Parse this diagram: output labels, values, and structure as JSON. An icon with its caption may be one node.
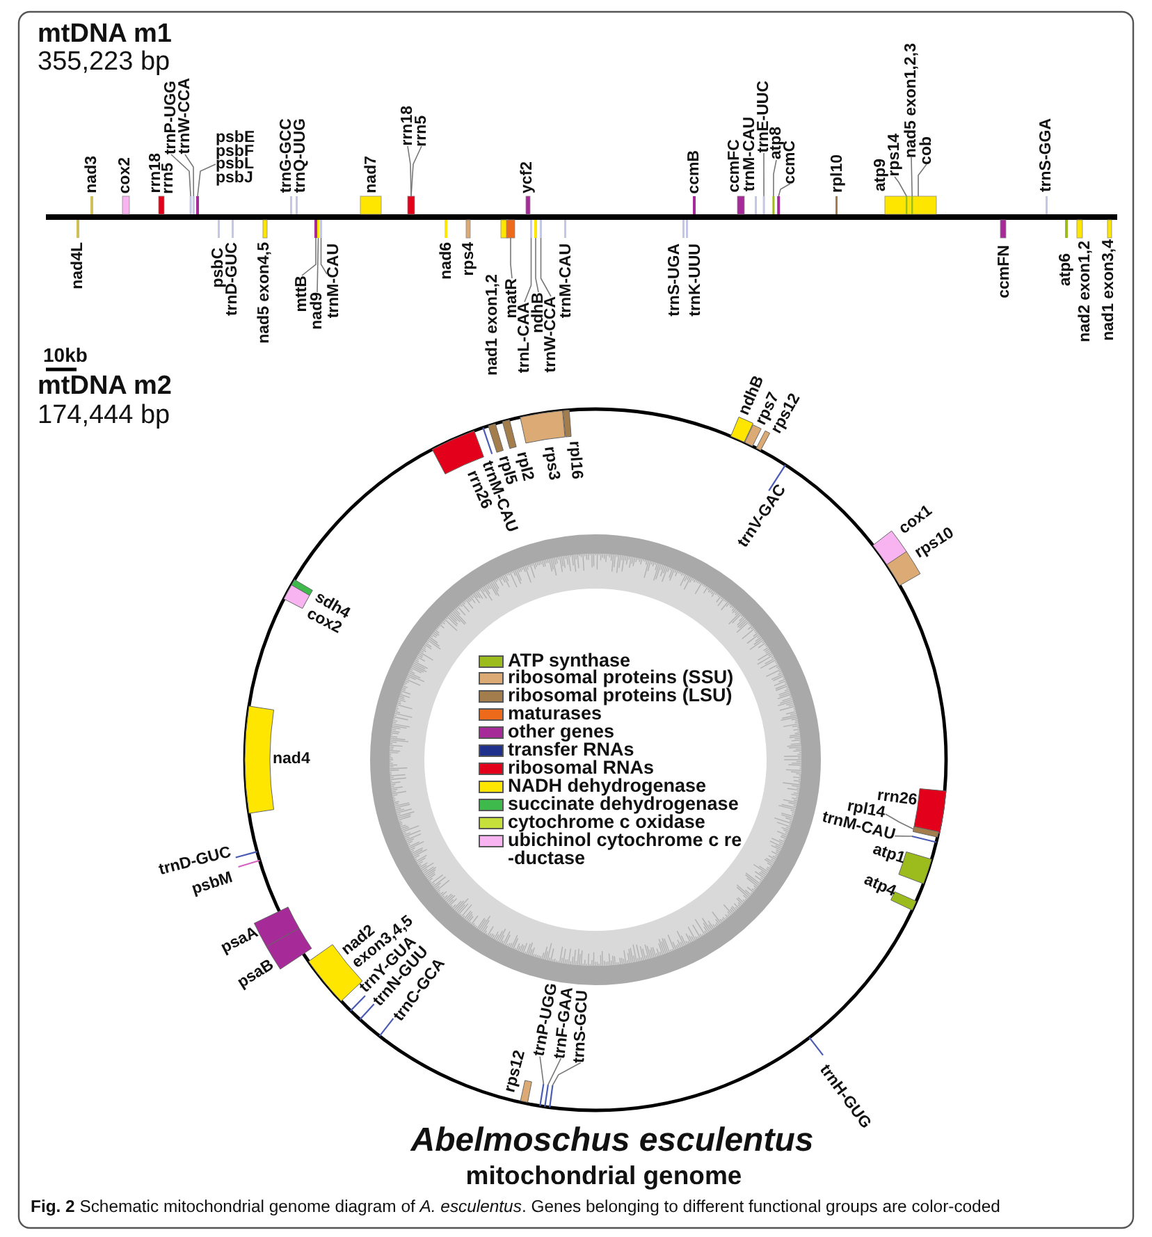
{
  "diagram": {
    "caption": "**Fig. 2** Schematic mitochondrial genome diagram of *A. esculentus*. Genes belonging to different functional groups are color-coded",
    "nodes": [
      {
        "text": [],
        "shape": "bar",
        "beside": [
          "nad3"
        ]
      },
      {
        "text": [],
        "shape": "bar",
        "beside": [
          "cox2"
        ]
      },
      {
        "text": [],
        "shape": "bar",
        "beside": [
          "rrn18",
          "rrn5"
        ]
      },
      {
        "text": [
          "trnP-UGG"
        ]
      },
      {
        "text": [
          "trnW-CCA"
        ]
      },
      {
        "text": [],
        "shape": "bar"
      },
      {
        "text": [],
        "shape": "bar"
      },
      {
        "text": [],
        "shape": "bar"
      },
      {
        "text": [
          "psbE",
          "psbF",
          "psbL",
          "psbJ"
        ]
      },
      {
        "text": [],
        "shape": "bar",
        "beside": [
          "trnG-GCC"
        ]
      },
      {
        "text": [],
        "shape": "bar",
        "beside": [
          "trnQ-UUG"
        ]
      },
      {
        "text": [],
        "shape": "bar",
        "beside": [
          "nad7"
        ]
      },
      {
        "text": [
          "rrn18"
        ]
      },
      {
        "text": [
          "rrn5"
        ]
      },
      {
        "text": [],
        "shape": "bar"
      },
      {
        "text": [],
        "shape": "bar",
        "beside": [
          "ycf2"
        ]
      },
      {
        "text": [],
        "shape": "bar",
        "beside": [
          "ccmB"
        ]
      },
      {
        "text": [],
        "shape": "bar",
        "beside": [
          "ccmFC"
        ]
      },
      {
        "text": [],
        "shape": "bar",
        "beside": [
          "trnM-CAU"
        ]
      },
      {
        "text": [
          "trnE-UUC"
        ]
      },
      {
        "text": [],
        "shape": "bar"
      },
      {
        "text": [
          "atp8"
        ]
      },
      {
        "text": [],
        "shape": "bar"
      },
      {
        "text": [],
        "shape": "bar"
      },
      {
        "text": [
          "ccmC"
        ]
      },
      {
        "text": [],
        "shape": "bar",
        "beside": [
          "rpl10"
        ]
      },
      {
        "text": [],
        "shape": "bar",
        "beside": [
          "atp9"
        ]
      },
      {
        "text": [],
        "shape": "bar",
        "in": 26
      },
      {
        "text": [],
        "shape": "bar",
        "in": 26
      },
      {
        "text": [
          "rps14"
        ]
      },
      {
        "text": [
          "nad5 exon1,2,3"
        ]
      },
      {
        "text": [
          "cob"
        ]
      },
      {
        "text": [],
        "shape": "bar",
        "beside": [
          "trnS-GGA"
        ]
      },
      {
        "text": [],
        "shape": "bar",
        "beside": [
          "nad4L"
        ]
      },
      {
        "text": [],
        "shape": "bar",
        "beside": [
          "psbC"
        ]
      },
      {
        "text": [],
        "shape": "bar",
        "beside": [
          "trnD-GUC"
        ]
      },
      {
        "text": [],
        "shape": "bar",
        "beside": [
          "nad5 exon4,5"
        ]
      },
      {
        "text": [],
        "shape": "bar"
      },
      {
        "text": [],
        "shape": "bar"
      },
      {
        "text": [],
        "shape": "bar"
      },
      {
        "text": [
          "mttB"
        ]
      },
      {
        "text": [
          "nad9"
        ]
      },
      {
        "text": [
          "trnM-CAU"
        ]
      },
      {
        "text": [],
        "shape": "bar",
        "beside": [
          "nad6"
        ]
      },
      {
        "text": [],
        "shape": "bar",
        "beside": [
          "rps4"
        ]
      },
      {
        "text": [],
        "shape": "bar"
      },
      {
        "text": [],
        "shape": "bar"
      },
      {
        "text": [],
        "shape": "bar"
      },
      {
        "text": [],
        "shape": "bar"
      },
      {
        "text": [],
        "shape": "bar"
      },
      {
        "text": [
          "matR"
        ]
      },
      {
        "text": [
          "trnL-CAA"
        ]
      },
      {
        "text": [
          "ndhB"
        ]
      },
      {
        "text": [
          "trnW-CCA"
        ]
      },
      {
        "text": [],
        "shape": "bar",
        "beside": [
          "trnM-CAU"
        ]
      },
      {
        "text": [],
        "shape": "bar",
        "beside": [
          "trnS-UGA"
        ]
      },
      {
        "text": [],
        "shape": "bar",
        "beside": [
          "trnK-UUU"
        ]
      },
      {
        "text": [],
        "shape": "bar",
        "beside": [
          "ccmFN"
        ]
      },
      {
        "text": [],
        "shape": "bar",
        "beside": [
          "atp6"
        ]
      },
      {
        "text": [],
        "shape": "bar",
        "beside": [
          "nad2 exon1,2"
        ]
      },
      {
        "text": [],
        "shape": "bar",
        "beside": [
          "nad1 exon3,4"
        ]
      },
      {
        "text": [],
        "shape": "bar",
        "beside": [
          "rrn26"
        ]
      },
      {
        "text": [],
        "shape": "bar",
        "beside": [
          "trnM-CAU"
        ]
      },
      {
        "text": [],
        "shape": "bar",
        "beside": [
          "rpl5"
        ]
      },
      {
        "text": [],
        "shape": "bar",
        "beside": [
          "rpl2"
        ]
      },
      {
        "text": [],
        "shape": "bar",
        "beside": [
          "rps3"
        ]
      },
      {
        "text": [],
        "shape": "bar",
        "beside": [
          "rpl16"
        ]
      },
      {
        "text": [],
        "shape": "bar",
        "beside": [
          "ndhB"
        ]
      },
      {
        "text": [],
        "shape": "bar",
        "beside": [
          "rps7"
        ]
      },
      {
        "text": [],
        "shape": "bar",
        "beside": [
          "rps12"
        ]
      },
      {
        "text": [],
        "shape": "bar",
        "beside": [
          "trnV-GAC"
        ]
      },
      {
        "text": [],
        "shape": "bar",
        "beside": [
          "cox1"
        ]
      },
      {
        "text": [],
        "shape": "bar",
        "beside": [
          "rps10"
        ]
      },
      {
        "text": [],
        "shape": "bar",
        "beside": [
          "rrn26"
        ]
      },
      {
        "text": [
          "rpl14"
        ]
      },
      {
        "text": [],
        "shape": "bar"
      },
      {
        "text": [
          "trnM-CAU"
        ]
      },
      {
        "text": [],
        "shape": "bar"
      },
      {
        "text": [],
        "shape": "bar",
        "beside": [
          "atp1"
        ]
      },
      {
        "text": [],
        "shape": "bar",
        "beside": [
          "atp4"
        ]
      },
      {
        "text": [],
        "shape": "bar",
        "beside": [
          "trnH-GUG"
        ]
      },
      {
        "text": [],
        "shape": "bar",
        "beside": [
          "rps12"
        ]
      },
      {
        "text": [
          "trnP-UGG"
        ]
      },
      {
        "text": [],
        "shape": "bar"
      },
      {
        "text": [
          "trnF-GAA"
        ]
      },
      {
        "text": [],
        "shape": "bar"
      },
      {
        "text": [
          "trnS-GCU"
        ]
      },
      {
        "text": [],
        "shape": "bar"
      },
      {
        "text": [],
        "shape": "bar",
        "beside": [
          "trnC-GCA"
        ]
      },
      {
        "text": [],
        "shape": "bar",
        "beside": [
          "trnN-GUU"
        ]
      },
      {
        "text": [],
        "shape": "bar",
        "beside": [
          "trnY-GUA"
        ]
      },
      {
        "text": [],
        "shape": "bar",
        "beside": [
          "nad2 exon3,4,5"
        ]
      },
      {
        "text": [],
        "shape": "bar",
        "beside": [
          "psaB"
        ]
      },
      {
        "text": [],
        "shape": "bar",
        "beside": [
          "psaA"
        ]
      },
      {
        "text": [],
        "shape": "bar",
        "beside": [
          "psbM"
        ]
      },
      {
        "text": [],
        "shape": "bar",
        "beside": [
          "trnD-GUC"
        ]
      },
      {
        "text": [],
        "shape": "bar",
        "beside": [
          "nad4"
        ]
      },
      {
        "text": [],
        "shape": "bar",
        "beside": [
          "cox2"
        ]
      },
      {
        "text": [],
        "shape": "bar",
        "beside": [
          "sdh4"
        ]
      }
    ],
    "edges": [
      {
        "from": 3,
        "to": 5,
        "arrow": "none"
      },
      {
        "from": 4,
        "to": 6,
        "arrow": "none"
      },
      {
        "from": 8,
        "to": 7,
        "arrow": "none"
      },
      {
        "from": 12,
        "to": 14,
        "arrow": "none"
      },
      {
        "from": 13,
        "to": 14,
        "arrow": "none"
      },
      {
        "from": 19,
        "to": 20,
        "arrow": "none"
      },
      {
        "from": 21,
        "to": 22,
        "arrow": "none"
      },
      {
        "from": 24,
        "to": 23,
        "arrow": "none"
      },
      {
        "from": 29,
        "to": 27,
        "arrow": "none"
      },
      {
        "from": 30,
        "to": 28,
        "arrow": "none"
      },
      {
        "from": 31,
        "to": 26,
        "arrow": "none"
      },
      {
        "from": 40,
        "to": 37,
        "arrow": "none"
      },
      {
        "from": 41,
        "to": 38,
        "arrow": "none"
      },
      {
        "from": 42,
        "to": 39,
        "arrow": "none"
      },
      {
        "from": 50,
        "to": 46,
        "arrow": "none"
      },
      {
        "from": 51,
        "to": 47,
        "arrow": "none"
      },
      {
        "from": 52,
        "to": 48,
        "arrow": "none"
      },
      {
        "from": 53,
        "to": 49,
        "arrow": "none"
      },
      {
        "from": 74,
        "to": 75,
        "arrow": "none"
      },
      {
        "from": 76,
        "to": 77,
        "arrow": "none"
      },
      {
        "from": 82,
        "to": 83,
        "arrow": "none"
      },
      {
        "from": 84,
        "to": 85,
        "arrow": "none"
      },
      {
        "from": 86,
        "to": 87,
        "arrow": "none"
      }
    ],
    "labels": [
      "mtDNA m1",
      "355,223 bp",
      "nad1 exon1,2",
      "10kb",
      "mtDNA m2",
      "174,444 bp",
      "Abelmoschus esculentus",
      "mitochondrial genome"
    ],
    "legend": [
      {
        "text": "ATP synthase",
        "color": "#9cbb1d"
      },
      {
        "text": "ribosomal proteins (SSU)",
        "color": "#dcaa75"
      },
      {
        "text": "ribosomal proteins (LSU)",
        "color": "#a47d4c"
      },
      {
        "text": "maturases",
        "color": "#ec6a1a"
      },
      {
        "text": "other genes",
        "color": "#a62a98"
      },
      {
        "text": "transfer RNAs",
        "color": "#1f2f8c"
      },
      {
        "text": "ribosomal RNAs",
        "color": "#e2001a"
      },
      {
        "text": "NADH dehydrogenase",
        "color": "#ffe600"
      },
      {
        "text": "succinate dehydrogenase",
        "color": "#3dba4b"
      },
      {
        "text": "cytochrome c oxidase",
        "color": "#c6df3a"
      },
      {
        "text": "ubichinol cytochrome c re -ductase",
        "color": "#f8b4f0"
      }
    ]
  }
}
